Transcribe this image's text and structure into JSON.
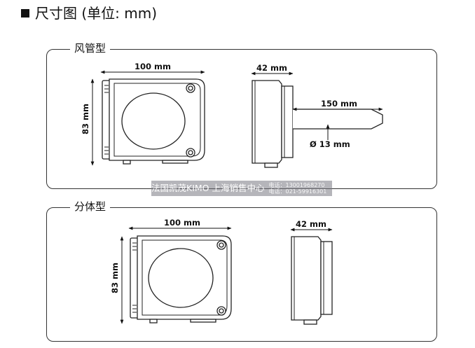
{
  "title": "尺寸图 (单位: mm)",
  "duct": {
    "label": "风管型",
    "front_width": "100 mm",
    "front_height": "83 mm",
    "side_depth": "42 mm",
    "probe_length": "150 mm",
    "probe_diameter": "Ø 13 mm"
  },
  "split": {
    "label": "分体型",
    "front_width": "100 mm",
    "front_height": "83 mm",
    "side_depth": "42 mm"
  },
  "watermark": {
    "text": "法国凯茂KIMO 上海销售中心",
    "line1": "电话：13001968270",
    "line2": "电话：021-59916301"
  }
}
